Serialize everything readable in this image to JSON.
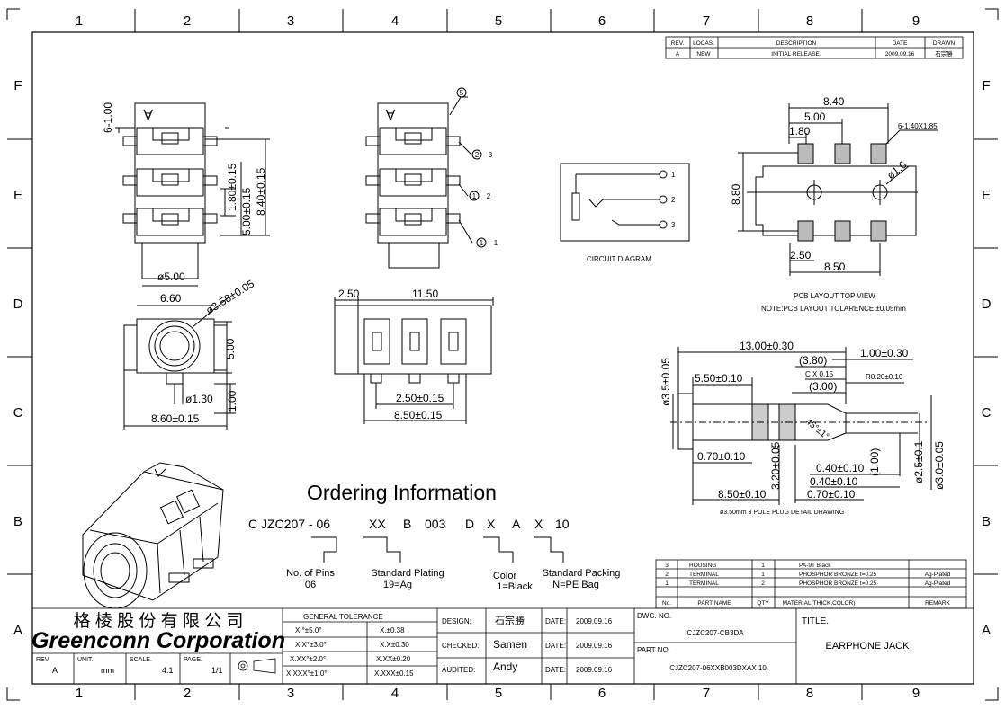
{
  "frame": {
    "col_numbers": [
      "1",
      "2",
      "3",
      "4",
      "5",
      "6",
      "7",
      "8",
      "9"
    ],
    "row_letters": [
      "F",
      "E",
      "D",
      "C",
      "B",
      "A"
    ]
  },
  "revision_table": {
    "headers": [
      "REV.",
      "LOCAS.",
      "DESCRIPTION",
      "DATE",
      "DRAWN"
    ],
    "row": [
      "A",
      "NEW",
      "INITIAL RELEASE.",
      "2009.09.16",
      "石宗勝"
    ]
  },
  "views": {
    "front": {
      "dim_top": "6-1.00",
      "dim_180": "1.80±0.15",
      "dim_500": "5.00±0.15",
      "dim_840": "8.40±0.15",
      "dim_phi500": "ø5.00",
      "marker": "A"
    },
    "side": {
      "marker": "A",
      "callout_top": "5",
      "callout_2": "2",
      "callout_1": "1",
      "pin_3": "3",
      "pin_2": "2",
      "pin_1": "1"
    },
    "bottom_left": {
      "dim_660": "6.60",
      "dim_phi358": "ø3.58±0.05",
      "dim_500": "5.00",
      "dim_phi130": "ø1.30",
      "dim_100": "1.00",
      "dim_860": "8.60±0.15"
    },
    "bottom_mid": {
      "dim_250": "2.50",
      "dim_1150": "11.50",
      "dim_250b": "2.50±0.15",
      "dim_850": "8.50±0.15"
    }
  },
  "circuit": {
    "title": "CIRCUIT DIAGRAM",
    "pins": [
      "1",
      "2",
      "3"
    ]
  },
  "pcb": {
    "dim_840": "8.40",
    "dim_500": "5.00",
    "dim_180": "1.80",
    "dim_hole": "6-1.40X1.85",
    "dim_880": "8.80",
    "dim_phi16": "ø1.6",
    "dim_250": "2.50",
    "dim_850": "8.50",
    "title": "PCB LAYOUT TOP VIEW",
    "note": "NOTE:PCB LAYOUT TOLARENCE ±0.05mm"
  },
  "plug": {
    "dim_1300": "13.00±0.30",
    "dim_380": "(3.80)",
    "dim_100": "1.00±0.30",
    "dim_cx": "C X 0.15",
    "dim_r020": "R0.20±0.10",
    "dim_300": "(3.00)",
    "dim_550": "5.50±0.10",
    "dim_phi35": "ø3.5±0.05",
    "dim_45": "45°±1°",
    "dim_070": "0.70±0.10",
    "dim_320": "3.20±0.05",
    "dim_040a": "0.40±0.10",
    "dim_040b": "0.40±0.10",
    "dim_100p": "(1.00)",
    "dim_phi25": "ø2.5±0.1",
    "dim_phi30": "ø3.0±0.05",
    "dim_850": "8.50±0.10",
    "dim_070b": "0.70±0.10",
    "title": "ø3.50mm 3 POLE PLUG DETAIL DRAWING"
  },
  "ordering": {
    "title": "Ordering Information",
    "code": [
      "C JZC207 - 06",
      "XX",
      "B",
      "003",
      "D",
      "X",
      "A",
      "X",
      "10"
    ],
    "pins_label": "No. of Pins",
    "pins_value": "06",
    "plating_label": "Standard Plating",
    "plating_value": "19=Ag",
    "color_label": "Color",
    "color_value": "1=Black",
    "packing_label": "Standard Packing",
    "packing_value": "N=PE Bag"
  },
  "bom": {
    "rows": [
      [
        "3",
        "HOUSING",
        "1",
        "PA-9T Black",
        ""
      ],
      [
        "2",
        "TERMINAL",
        "1",
        "PHOSPHOR BRONZE  t=0.25",
        "Ag-Plated"
      ],
      [
        "1",
        "TERMINAL",
        "2",
        "PHOSPHOR BRONZE  t=0.25",
        "Ag-Plated"
      ]
    ],
    "header": [
      "No.",
      "PART  NAME",
      "QTY",
      "MATERIAL(THICK,COLOR)",
      "REMARK"
    ]
  },
  "title_block": {
    "company_cn": "格 棱 股 份 有 限 公 司",
    "company_en": "Greenconn Corporation",
    "rev_label": "REV.",
    "rev": "A",
    "unit_label": "UNIT.",
    "unit": "mm",
    "scale_label": "SCALE.",
    "scale": "4:1",
    "page_label": "PAGE.",
    "page": "1/1",
    "tolerance_title": "GENERAL TOLERANCE",
    "tolerances": [
      [
        "X.°±5.0°",
        "X.±0.38"
      ],
      [
        "X.X°±3.0°",
        "X.X±0.30"
      ],
      [
        "X.XX°±2.0°",
        "X.XX±0.20"
      ],
      [
        "X.XXX°±1.0°",
        "X.XXX±0.15"
      ]
    ],
    "design_label": "DESIGN:",
    "design": "石宗勝",
    "checked_label": "CHECKED:",
    "checked": "Samen",
    "audited_label": "AUDITED:",
    "audited": "Andy",
    "date_label": "DATE:",
    "date": "2009.09.16",
    "dwg_label": "DWG. NO.",
    "dwg": "CJZC207-CB3DA",
    "part_label": "PART NO.",
    "part": "CJZC207-06XXB003DXAX 10",
    "title_label": "TITLE.",
    "title": "EARPHONE JACK"
  }
}
